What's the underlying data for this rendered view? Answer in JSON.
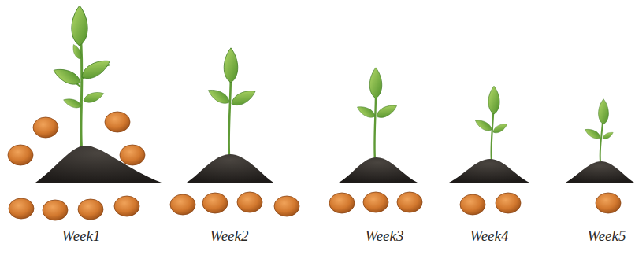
{
  "diagram": {
    "labels": [
      "Week1",
      "Week2",
      "Week3",
      "Week4",
      "Week5"
    ]
  }
}
